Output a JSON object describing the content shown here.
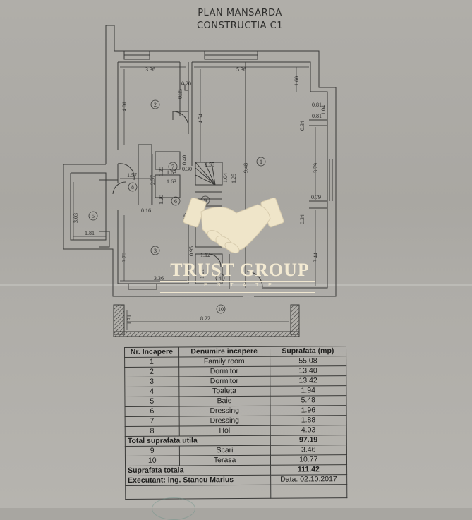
{
  "header": {
    "title_line1": "PLAN MANSARDA",
    "title_line2": "CONSTRUCTIA C1"
  },
  "plan": {
    "dimensions": {
      "room2_width": "3.36",
      "room2_height": "4.01",
      "room1_width": "5.36",
      "hall_height": "4.54",
      "room1_height": "9.48",
      "top_right_offset": "1.60",
      "notch_top_a": "0.81",
      "notch_top_b": "0.81",
      "notch_height": "1.04",
      "notch_depth_top": "0.34",
      "window_span": "3.79",
      "notch_bottom_w": "0.79",
      "notch_depth_bottom": "0.34",
      "room1_bottom": "3.44",
      "wall_035": "0.35",
      "wall_020": "0.20",
      "wall_040": "0.40",
      "wall_030": "0.30",
      "stair_w": "1.55",
      "stair_h": "1.04",
      "stair_run": "1.25",
      "hol_width": "1.57",
      "hol_height": "2.57",
      "dress7_h": "1.20",
      "dress7_w": "1.63",
      "dress6_w": "1.63",
      "dress6_h": "1.20",
      "baie_h": "3.03",
      "baie_w": "1.81",
      "wall_016": "0.16",
      "wall_025": "0.25",
      "room3_h": "3.70",
      "room3_w": "3.36",
      "toaleta_w": "1.12",
      "toaleta_095": "0.95",
      "toaleta_h": "1.01",
      "terasa_w": "8.22",
      "terasa_h": "1.31"
    },
    "room_labels": [
      "1",
      "2",
      "3",
      "4",
      "5",
      "6",
      "7",
      "8",
      "9",
      "10"
    ]
  },
  "watermark": {
    "brand": "TRUST GROUP",
    "subtitle": "E S T A T E",
    "icon": "handshake-icon",
    "color": "#f3ead2"
  },
  "table": {
    "headers": [
      "Nr. Incapere",
      "Denumire incapere",
      "Suprafata (mp)"
    ],
    "rooms": [
      {
        "nr": "1",
        "name": "Family room",
        "area": "55.08"
      },
      {
        "nr": "2",
        "name": "Dormitor",
        "area": "13.40"
      },
      {
        "nr": "3",
        "name": "Dormitor",
        "area": "13.42"
      },
      {
        "nr": "4",
        "name": "Toaleta",
        "area": "1.94"
      },
      {
        "nr": "5",
        "name": "Baie",
        "area": "5.48"
      },
      {
        "nr": "6",
        "name": "Dressing",
        "area": "1.96"
      },
      {
        "nr": "7",
        "name": "Dressing",
        "area": "1.88"
      },
      {
        "nr": "8",
        "name": "Hol",
        "area": "4.03"
      }
    ],
    "total_util_label": "Total suprafata utila",
    "total_util_value": "97.19",
    "extra": [
      {
        "nr": "9",
        "name": "Scari",
        "area": "3.46"
      },
      {
        "nr": "10",
        "name": "Terasa",
        "area": "10.77"
      }
    ],
    "total_label": "Suprafata totala",
    "total_value": "111.42",
    "executant": "Executant: ing. Stancu Marius",
    "date": "Data: 02.10.2017"
  }
}
